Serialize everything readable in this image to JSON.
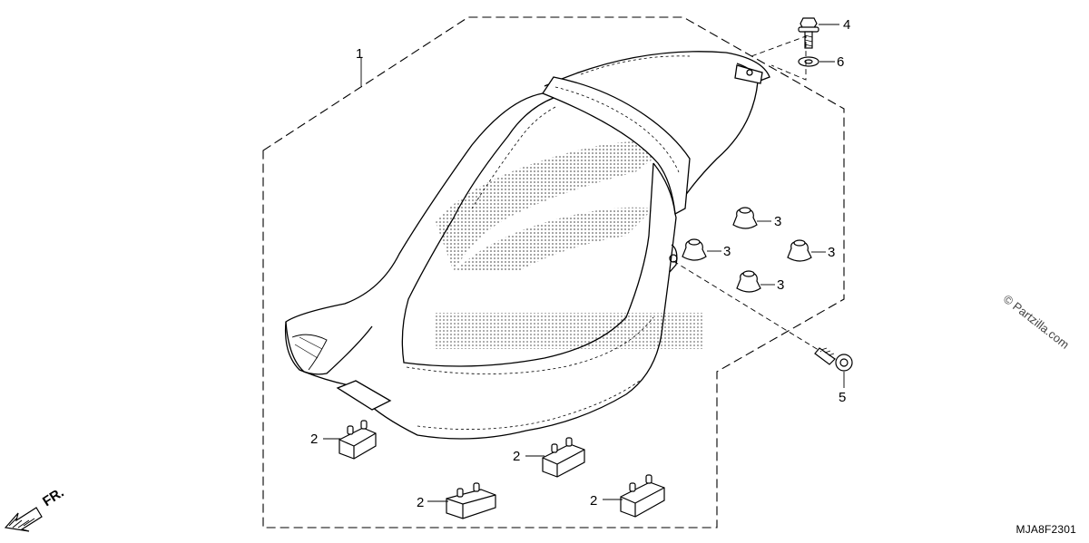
{
  "diagram": {
    "callouts": [
      {
        "id": "c1",
        "label": "1"
      },
      {
        "id": "c2a",
        "label": "2"
      },
      {
        "id": "c2b",
        "label": "2"
      },
      {
        "id": "c2c",
        "label": "2"
      },
      {
        "id": "c2d",
        "label": "2"
      },
      {
        "id": "c3a",
        "label": "3"
      },
      {
        "id": "c3b",
        "label": "3"
      },
      {
        "id": "c3c",
        "label": "3"
      },
      {
        "id": "c3d",
        "label": "3"
      },
      {
        "id": "c4",
        "label": "4"
      },
      {
        "id": "c5",
        "label": "5"
      },
      {
        "id": "c6",
        "label": "6"
      }
    ],
    "front_label": "FR.",
    "diagram_code": "MJA8F2301",
    "watermark": "© Partzilla.com"
  },
  "icons": {
    "front_arrow": "front-direction-arrow-icon"
  }
}
